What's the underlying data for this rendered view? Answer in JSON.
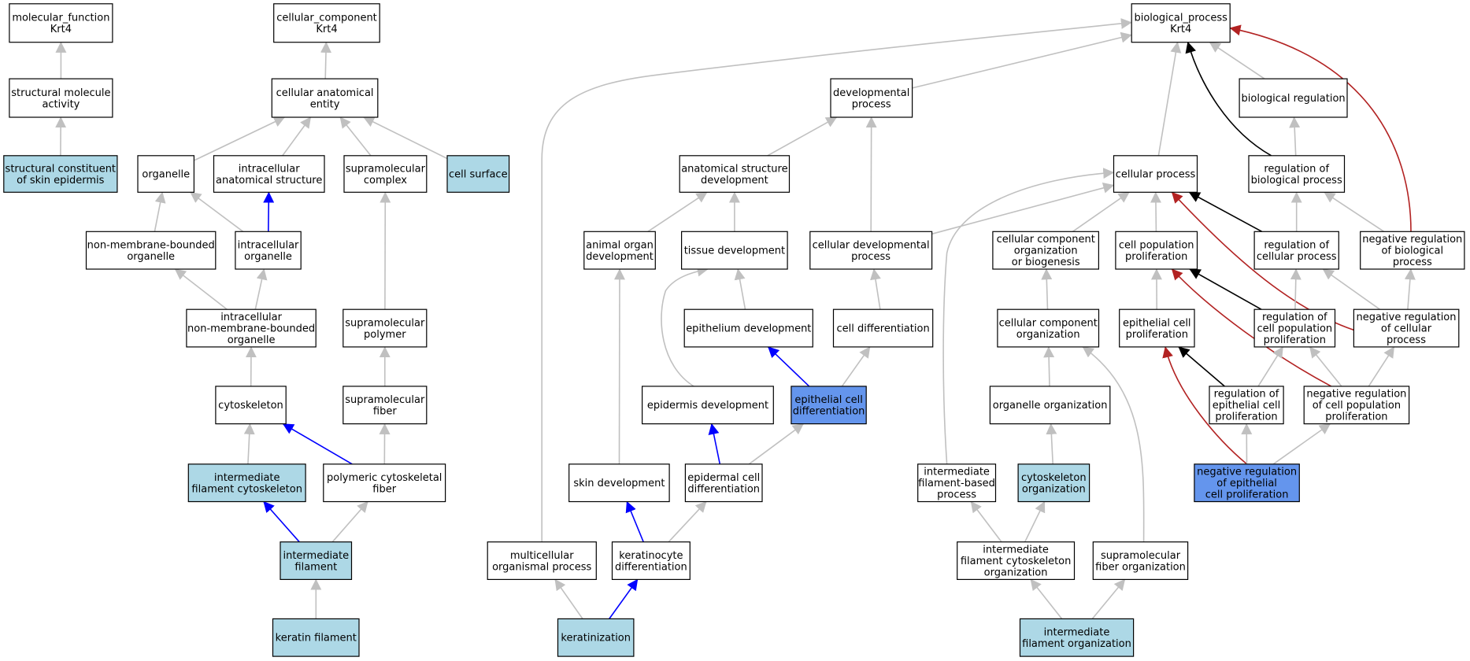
{
  "colors": {
    "default_fill": "#ffffff",
    "light_blue": "#add8e6",
    "blue": "#6495ed",
    "edge_is_a": "#c0c0c0",
    "edge_part_of": "#0000ff",
    "edge_regulates": "#000000",
    "edge_negatively_regulates": "#b22222"
  },
  "nodes": [
    {
      "id": "mf",
      "lines": [
        "molecular_function",
        "Krt4"
      ],
      "fill": "default_fill"
    },
    {
      "id": "cc",
      "lines": [
        "cellular_component",
        "Krt4"
      ],
      "fill": "default_fill"
    },
    {
      "id": "bp",
      "lines": [
        "biological_process",
        "Krt4"
      ],
      "fill": "default_fill"
    },
    {
      "id": "sma",
      "lines": [
        "structural molecule",
        "activity"
      ],
      "fill": "default_fill"
    },
    {
      "id": "cae",
      "lines": [
        "cellular anatomical",
        "entity"
      ],
      "fill": "default_fill"
    },
    {
      "id": "dev",
      "lines": [
        "developmental",
        "process"
      ],
      "fill": "default_fill"
    },
    {
      "id": "breg",
      "lines": [
        "biological regulation"
      ],
      "fill": "default_fill"
    },
    {
      "id": "scse",
      "lines": [
        "structural constituent",
        "of skin epidermis"
      ],
      "fill": "light_blue"
    },
    {
      "id": "org",
      "lines": [
        "organelle"
      ],
      "fill": "default_fill"
    },
    {
      "id": "ias",
      "lines": [
        "intracellular",
        "anatomical structure"
      ],
      "fill": "default_fill"
    },
    {
      "id": "smc",
      "lines": [
        "supramolecular",
        "complex"
      ],
      "fill": "default_fill"
    },
    {
      "id": "csurf",
      "lines": [
        "cell surface"
      ],
      "fill": "light_blue"
    },
    {
      "id": "asd",
      "lines": [
        "anatomical structure",
        "development"
      ],
      "fill": "default_fill"
    },
    {
      "id": "cp",
      "lines": [
        "cellular process"
      ],
      "fill": "default_fill"
    },
    {
      "id": "rbp",
      "lines": [
        "regulation of",
        "biological process"
      ],
      "fill": "default_fill"
    },
    {
      "id": "nmbo",
      "lines": [
        "non-membrane-bounded",
        "organelle"
      ],
      "fill": "default_fill"
    },
    {
      "id": "io",
      "lines": [
        "intracellular",
        "organelle"
      ],
      "fill": "default_fill"
    },
    {
      "id": "aod",
      "lines": [
        "animal organ",
        "development"
      ],
      "fill": "default_fill"
    },
    {
      "id": "td",
      "lines": [
        "tissue development"
      ],
      "fill": "default_fill"
    },
    {
      "id": "cdp",
      "lines": [
        "cellular developmental",
        "process"
      ],
      "fill": "default_fill"
    },
    {
      "id": "ccob",
      "lines": [
        "cellular component",
        "organization",
        "or biogenesis"
      ],
      "fill": "default_fill"
    },
    {
      "id": "cpp",
      "lines": [
        "cell population",
        "proliferation"
      ],
      "fill": "default_fill"
    },
    {
      "id": "rcp",
      "lines": [
        "regulation of",
        "cellular process"
      ],
      "fill": "default_fill"
    },
    {
      "id": "nrbp",
      "lines": [
        "negative regulation",
        "of biological",
        "process"
      ],
      "fill": "default_fill"
    },
    {
      "id": "inmbo",
      "lines": [
        "intracellular",
        "non-membrane-bounded",
        "organelle"
      ],
      "fill": "default_fill"
    },
    {
      "id": "smp",
      "lines": [
        "supramolecular",
        "polymer"
      ],
      "fill": "default_fill"
    },
    {
      "id": "epd",
      "lines": [
        "epithelium development"
      ],
      "fill": "default_fill"
    },
    {
      "id": "cdiff",
      "lines": [
        "cell differentiation"
      ],
      "fill": "default_fill"
    },
    {
      "id": "cco",
      "lines": [
        "cellular component",
        "organization"
      ],
      "fill": "default_fill"
    },
    {
      "id": "ecp",
      "lines": [
        "epithelial cell",
        "proliferation"
      ],
      "fill": "default_fill"
    },
    {
      "id": "rcpp",
      "lines": [
        "regulation of",
        "cell population",
        "proliferation"
      ],
      "fill": "default_fill"
    },
    {
      "id": "nrcp",
      "lines": [
        "negative regulation",
        "of cellular",
        "process"
      ],
      "fill": "default_fill"
    },
    {
      "id": "cyto",
      "lines": [
        "cytoskeleton"
      ],
      "fill": "default_fill"
    },
    {
      "id": "smf",
      "lines": [
        "supramolecular",
        "fiber"
      ],
      "fill": "default_fill"
    },
    {
      "id": "epid",
      "lines": [
        "epidermis development"
      ],
      "fill": "default_fill"
    },
    {
      "id": "ecd",
      "lines": [
        "epithelial cell",
        "differentiation"
      ],
      "fill": "blue"
    },
    {
      "id": "oo",
      "lines": [
        "organelle organization"
      ],
      "fill": "default_fill"
    },
    {
      "id": "recp",
      "lines": [
        "regulation of",
        "epithelial cell",
        "proliferation"
      ],
      "fill": "default_fill"
    },
    {
      "id": "nrcpp",
      "lines": [
        "negative regulation",
        "of cell population",
        "proliferation"
      ],
      "fill": "default_fill"
    },
    {
      "id": "ifc",
      "lines": [
        "intermediate",
        "filament cytoskeleton"
      ],
      "fill": "light_blue"
    },
    {
      "id": "pcf",
      "lines": [
        "polymeric cytoskeletal",
        "fiber"
      ],
      "fill": "default_fill"
    },
    {
      "id": "skd",
      "lines": [
        "skin development"
      ],
      "fill": "default_fill"
    },
    {
      "id": "edcd",
      "lines": [
        "epidermal cell",
        "differentiation"
      ],
      "fill": "default_fill"
    },
    {
      "id": "ifbp",
      "lines": [
        "intermediate",
        "filament-based",
        "process"
      ],
      "fill": "default_fill"
    },
    {
      "id": "cyo",
      "lines": [
        "cytoskeleton",
        "organization"
      ],
      "fill": "light_blue"
    },
    {
      "id": "nrecp",
      "lines": [
        "negative regulation",
        "of epithelial",
        "cell proliferation"
      ],
      "fill": "blue"
    },
    {
      "id": "if",
      "lines": [
        "intermediate",
        "filament"
      ],
      "fill": "light_blue"
    },
    {
      "id": "mop",
      "lines": [
        "multicellular",
        "organismal process"
      ],
      "fill": "default_fill"
    },
    {
      "id": "kd",
      "lines": [
        "keratinocyte",
        "differentiation"
      ],
      "fill": "default_fill"
    },
    {
      "id": "ifco",
      "lines": [
        "intermediate",
        "filament cytoskeleton",
        "organization"
      ],
      "fill": "default_fill"
    },
    {
      "id": "sfo",
      "lines": [
        "supramolecular",
        "fiber organization"
      ],
      "fill": "default_fill"
    },
    {
      "id": "kf",
      "lines": [
        "keratin filament"
      ],
      "fill": "light_blue"
    },
    {
      "id": "ker",
      "lines": [
        "keratinization"
      ],
      "fill": "light_blue"
    },
    {
      "id": "ifo",
      "lines": [
        "intermediate",
        "filament organization"
      ],
      "fill": "light_blue"
    }
  ],
  "edges": [
    {
      "from": "sma",
      "to": "mf",
      "type": "edge_is_a"
    },
    {
      "from": "scse",
      "to": "sma",
      "type": "edge_is_a"
    },
    {
      "from": "cae",
      "to": "cc",
      "type": "edge_is_a"
    },
    {
      "from": "org",
      "to": "cae",
      "type": "edge_is_a"
    },
    {
      "from": "ias",
      "to": "cae",
      "type": "edge_is_a"
    },
    {
      "from": "smc",
      "to": "cae",
      "type": "edge_is_a"
    },
    {
      "from": "csurf",
      "to": "cae",
      "type": "edge_is_a"
    },
    {
      "from": "nmbo",
      "to": "org",
      "type": "edge_is_a"
    },
    {
      "from": "io",
      "to": "org",
      "type": "edge_is_a"
    },
    {
      "from": "io",
      "to": "ias",
      "type": "edge_part_of"
    },
    {
      "from": "inmbo",
      "to": "nmbo",
      "type": "edge_is_a"
    },
    {
      "from": "inmbo",
      "to": "io",
      "type": "edge_is_a"
    },
    {
      "from": "smp",
      "to": "smc",
      "type": "edge_is_a"
    },
    {
      "from": "cyto",
      "to": "inmbo",
      "type": "edge_is_a"
    },
    {
      "from": "smf",
      "to": "smp",
      "type": "edge_is_a"
    },
    {
      "from": "ifc",
      "to": "cyto",
      "type": "edge_is_a"
    },
    {
      "from": "pcf",
      "to": "cyto",
      "type": "edge_part_of"
    },
    {
      "from": "pcf",
      "to": "smf",
      "type": "edge_is_a"
    },
    {
      "from": "if",
      "to": "ifc",
      "type": "edge_part_of"
    },
    {
      "from": "if",
      "to": "pcf",
      "type": "edge_is_a"
    },
    {
      "from": "kf",
      "to": "if",
      "type": "edge_is_a"
    },
    {
      "from": "dev",
      "to": "bp",
      "type": "edge_is_a"
    },
    {
      "from": "breg",
      "to": "bp",
      "type": "edge_is_a"
    },
    {
      "from": "cp",
      "to": "bp",
      "type": "edge_is_a"
    },
    {
      "from": "rbp",
      "to": "bp",
      "type": "edge_regulates"
    },
    {
      "from": "nrbp",
      "to": "bp",
      "type": "edge_negatively_regulates"
    },
    {
      "from": "mop",
      "to": "bp",
      "type": "edge_is_a"
    },
    {
      "from": "asd",
      "to": "dev",
      "type": "edge_is_a"
    },
    {
      "from": "cdp",
      "to": "dev",
      "type": "edge_is_a"
    },
    {
      "from": "rbp",
      "to": "breg",
      "type": "edge_is_a"
    },
    {
      "from": "aod",
      "to": "asd",
      "type": "edge_is_a"
    },
    {
      "from": "td",
      "to": "asd",
      "type": "edge_is_a"
    },
    {
      "from": "cdp",
      "to": "cp",
      "type": "edge_is_a"
    },
    {
      "from": "ccob",
      "to": "cp",
      "type": "edge_is_a"
    },
    {
      "from": "cpp",
      "to": "cp",
      "type": "edge_is_a"
    },
    {
      "from": "rcp",
      "to": "cp",
      "type": "edge_regulates"
    },
    {
      "from": "nrcp",
      "to": "cp",
      "type": "edge_negatively_regulates"
    },
    {
      "from": "ifbp",
      "to": "cp",
      "type": "edge_is_a"
    },
    {
      "from": "rcp",
      "to": "rbp",
      "type": "edge_is_a"
    },
    {
      "from": "nrbp",
      "to": "rbp",
      "type": "edge_is_a"
    },
    {
      "from": "epd",
      "to": "td",
      "type": "edge_is_a"
    },
    {
      "from": "epid",
      "to": "td",
      "type": "edge_is_a"
    },
    {
      "from": "cdiff",
      "to": "cdp",
      "type": "edge_is_a"
    },
    {
      "from": "cco",
      "to": "ccob",
      "type": "edge_is_a"
    },
    {
      "from": "ecp",
      "to": "cpp",
      "type": "edge_is_a"
    },
    {
      "from": "rcpp",
      "to": "cpp",
      "type": "edge_regulates"
    },
    {
      "from": "nrcpp",
      "to": "cpp",
      "type": "edge_negatively_regulates"
    },
    {
      "from": "rcpp",
      "to": "rcp",
      "type": "edge_is_a"
    },
    {
      "from": "nrcp",
      "to": "rcp",
      "type": "edge_is_a"
    },
    {
      "from": "nrcp",
      "to": "nrbp",
      "type": "edge_is_a"
    },
    {
      "from": "ecd",
      "to": "epd",
      "type": "edge_part_of"
    },
    {
      "from": "ecd",
      "to": "cdiff",
      "type": "edge_is_a"
    },
    {
      "from": "oo",
      "to": "cco",
      "type": "edge_is_a"
    },
    {
      "from": "sfo",
      "to": "cco",
      "type": "edge_is_a"
    },
    {
      "from": "recp",
      "to": "ecp",
      "type": "edge_regulates"
    },
    {
      "from": "nrecp",
      "to": "ecp",
      "type": "edge_negatively_regulates"
    },
    {
      "from": "recp",
      "to": "rcpp",
      "type": "edge_is_a"
    },
    {
      "from": "nrcpp",
      "to": "rcpp",
      "type": "edge_is_a"
    },
    {
      "from": "nrcpp",
      "to": "nrcp",
      "type": "edge_is_a"
    },
    {
      "from": "edcd",
      "to": "epid",
      "type": "edge_part_of"
    },
    {
      "from": "edcd",
      "to": "ecd",
      "type": "edge_is_a"
    },
    {
      "from": "cyo",
      "to": "oo",
      "type": "edge_is_a"
    },
    {
      "from": "nrecp",
      "to": "recp",
      "type": "edge_is_a"
    },
    {
      "from": "nrecp",
      "to": "nrcpp",
      "type": "edge_is_a"
    },
    {
      "from": "skd",
      "to": "aod",
      "type": "edge_is_a"
    },
    {
      "from": "kd",
      "to": "skd",
      "type": "edge_part_of"
    },
    {
      "from": "kd",
      "to": "edcd",
      "type": "edge_is_a"
    },
    {
      "from": "ifco",
      "to": "ifbp",
      "type": "edge_is_a"
    },
    {
      "from": "ifco",
      "to": "cyo",
      "type": "edge_is_a"
    },
    {
      "from": "ker",
      "to": "mop",
      "type": "edge_is_a"
    },
    {
      "from": "ker",
      "to": "kd",
      "type": "edge_part_of"
    },
    {
      "from": "ifo",
      "to": "ifco",
      "type": "edge_is_a"
    },
    {
      "from": "ifo",
      "to": "sfo",
      "type": "edge_is_a"
    }
  ]
}
